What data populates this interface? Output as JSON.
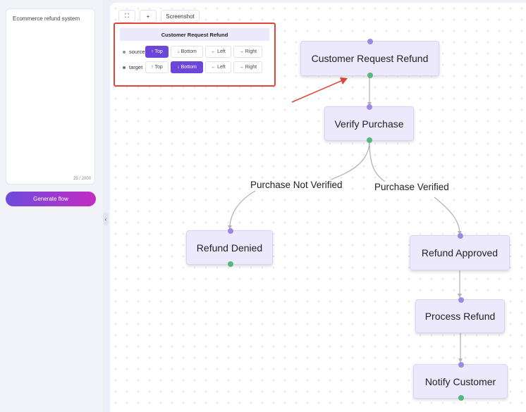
{
  "sidebar": {
    "prompt_text": "Ecommerce refund system",
    "char_counter": "25 / 2000",
    "generate_label": "Generate flow",
    "collapse_glyph": "‹"
  },
  "toolbar": {
    "fit_view_icon": "fit-view-icon",
    "fit_view_glyph": "⛶",
    "add_glyph": "+",
    "screenshot_label": "Screenshot"
  },
  "props_panel": {
    "title": "Customer Request Refund",
    "rows": [
      {
        "label": "source",
        "options": [
          "↑ Top",
          "↓ Bottom",
          "← Left",
          "→ Right"
        ],
        "selected": 0
      },
      {
        "label": "target",
        "options": [
          "↑ Top",
          "↓ Bottom",
          "← Left",
          "→ Right"
        ],
        "selected": 1
      }
    ]
  },
  "flow": {
    "nodes": [
      {
        "id": "n1",
        "label": "Customer Request Refund"
      },
      {
        "id": "n2",
        "label": "Verify Purchase"
      },
      {
        "id": "n3",
        "label": "Refund Denied"
      },
      {
        "id": "n4",
        "label": "Refund Approved"
      },
      {
        "id": "n5",
        "label": "Process Refund"
      },
      {
        "id": "n6",
        "label": "Notify Customer"
      }
    ],
    "edge_labels": {
      "not_verified": "Purchase Not Verified",
      "verified": "Purchase Verified"
    }
  },
  "colors": {
    "accent": "#6b46d8",
    "highlight_border": "#e0443a",
    "node_bg": "#ede9fd",
    "handle_source": "#57b87d",
    "handle_target": "#9d88e4"
  }
}
